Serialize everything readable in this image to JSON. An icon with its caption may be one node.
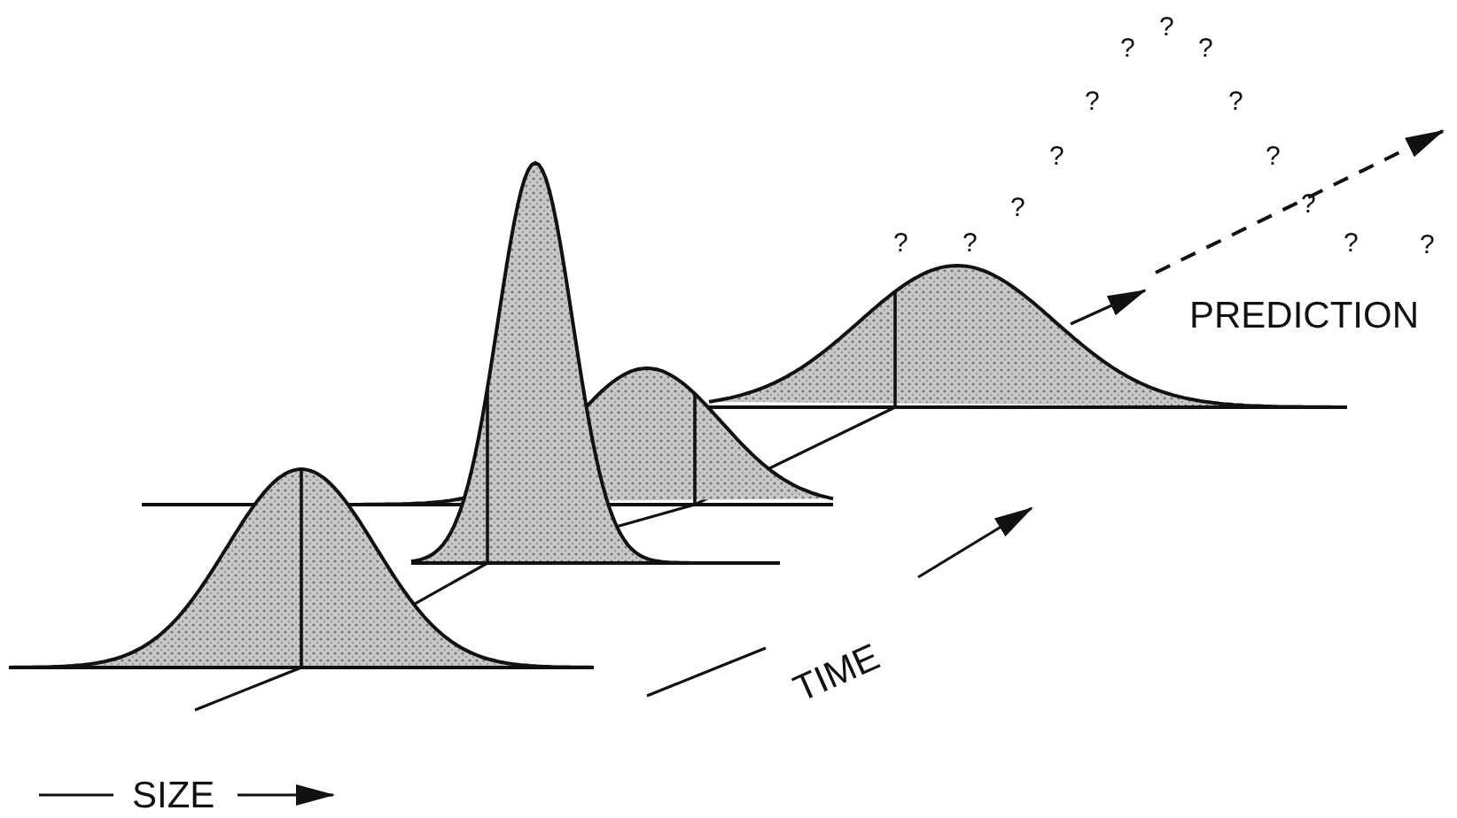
{
  "diagram": {
    "labels": [
      "?",
      "?",
      "?",
      "?",
      "?",
      "?",
      "?",
      "?",
      "?",
      "?",
      "?",
      "?",
      "?",
      "PREDICTION",
      "TIME",
      "SIZE"
    ]
  }
}
